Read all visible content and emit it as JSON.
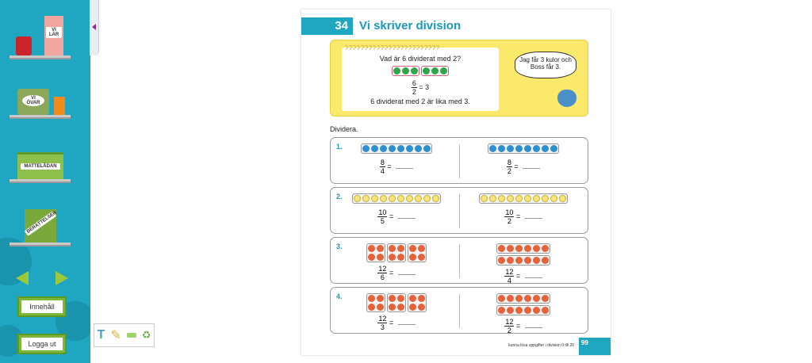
{
  "sidebar": {
    "shelves": [
      {
        "label": "VI LÄR"
      },
      {
        "label": "VI ÖVAR"
      },
      {
        "label": "MATTELÅDAN"
      },
      {
        "label": "BERÄTTELSER"
      }
    ],
    "contents_button": "Innehåll",
    "logout_button": "Logga ut"
  },
  "page": {
    "chapter_number": "34",
    "title": "Vi skriver division",
    "intro": {
      "question": "Vad är 6 dividerat med 2?",
      "numerator": "6",
      "denominator": "2",
      "result": "= 3",
      "statement": "6 dividerat med 2 är lika med 3.",
      "speech": "Jag får 3 kulor och Boss får 3."
    },
    "instruction": "Dividera.",
    "problems": [
      {
        "number": "1.",
        "color": "#2f8fd0",
        "left": {
          "numerator": "8",
          "denominator": "4"
        },
        "right": {
          "numerator": "8",
          "denominator": "2"
        }
      },
      {
        "number": "2.",
        "color": "#f6e67a",
        "left": {
          "numerator": "10",
          "denominator": "5"
        },
        "right": {
          "numerator": "10",
          "denominator": "2"
        }
      },
      {
        "number": "3.",
        "color": "#e5623a",
        "left": {
          "numerator": "12",
          "denominator": "6"
        },
        "right": {
          "numerator": "12",
          "denominator": "4"
        }
      },
      {
        "number": "4.",
        "color": "#e5623a",
        "left": {
          "numerator": "12",
          "denominator": "3"
        },
        "right": {
          "numerator": "12",
          "denominator": "2"
        }
      }
    ],
    "footer": "kunna lösa uppgifter i division 0 till 20",
    "page_number": "99"
  }
}
